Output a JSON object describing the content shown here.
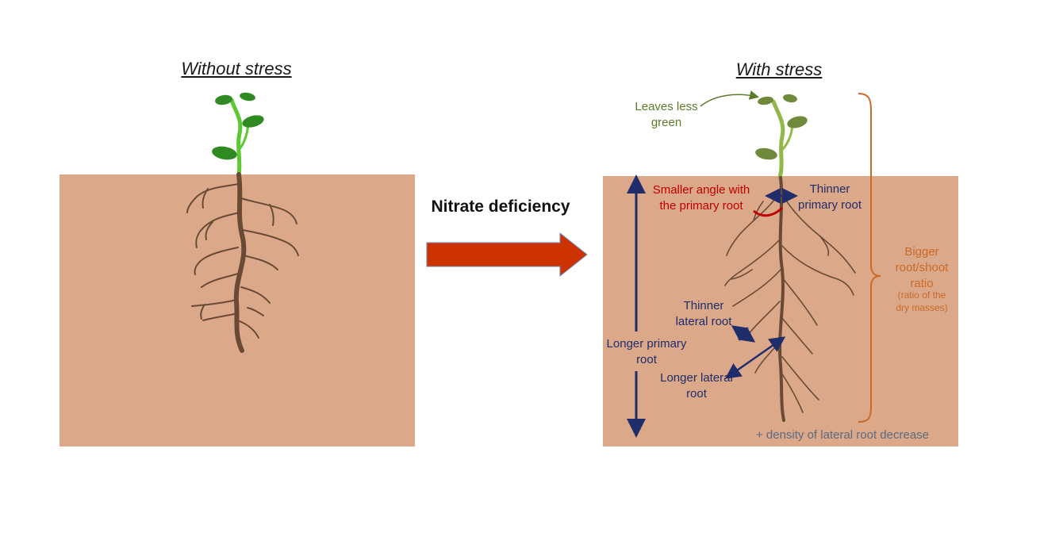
{
  "left_panel": {
    "title": "Without stress"
  },
  "right_panel": {
    "title": "With stress",
    "annotations": {
      "leaves": "Leaves less green",
      "angle": "Smaller angle with the primary root",
      "thinner_primary": "Thinner primary root",
      "thinner_lateral": "Thinner lateral root",
      "longer_primary": "Longer primary root",
      "longer_lateral": "Longer lateral root",
      "ratio_main": "Bigger root/shoot ratio",
      "ratio_note": "(ratio of the dry masses)",
      "density": "+ density of lateral root decrease"
    }
  },
  "transition": {
    "label": "Nitrate deficiency"
  },
  "colors": {
    "soil": "#dba88a",
    "root": "#6b4a35",
    "leaf_healthy": "#2f8a22",
    "leaf_stressed": "#6f8a3a",
    "arrow": "#cc3300",
    "navy": "#1f2d6b",
    "red": "#c00000",
    "orange": "#c96a28"
  }
}
